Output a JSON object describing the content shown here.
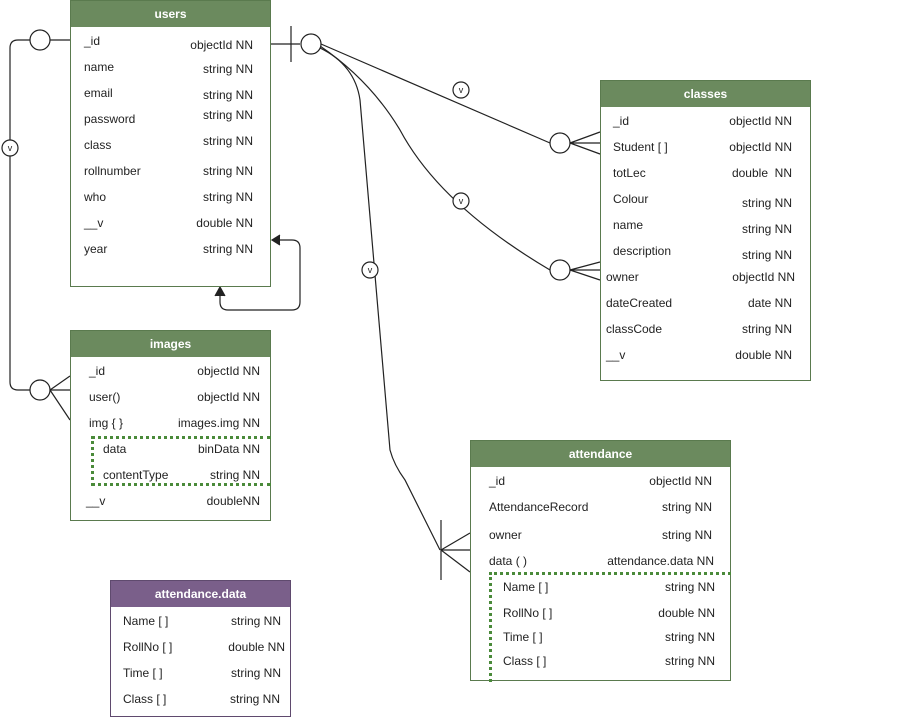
{
  "colors": {
    "header_green": "#6b8a5e",
    "header_purple": "#7a5f8a",
    "border": "#5a7a4e",
    "dotted": "#4a8a3a",
    "line": "#222222"
  },
  "connector_marks": {
    "users_images": "v",
    "users_classes_1": "v",
    "users_classes_2": "v",
    "users_attendance": "v"
  },
  "users": {
    "title": "users",
    "fields": [
      {
        "name": "_id",
        "type": "objectId NN"
      },
      {
        "name": "name",
        "type": "string NN"
      },
      {
        "name": "email",
        "type": "string NN"
      },
      {
        "name": "password",
        "type": "string NN"
      },
      {
        "name": "class",
        "type": "string NN"
      },
      {
        "name": "rollnumber",
        "type": "string NN"
      },
      {
        "name": "who",
        "type": "string NN"
      },
      {
        "name": "__v",
        "type": "double NN"
      },
      {
        "name": "year",
        "type": "string NN"
      }
    ]
  },
  "images": {
    "title": "images",
    "fields": [
      {
        "name": "_id",
        "type": "objectId NN"
      },
      {
        "name": "user()",
        "type": "objectId NN"
      },
      {
        "name": "img { }",
        "type": "images.img NN"
      },
      {
        "name": "data",
        "type": "binData NN"
      },
      {
        "name": "contentType",
        "type": "string NN"
      },
      {
        "name": "__v",
        "type": "doubleNN"
      }
    ]
  },
  "classes": {
    "title": "classes",
    "fields": [
      {
        "name": "_id",
        "type": "objectId NN"
      },
      {
        "name": "Student [ ]",
        "type": "objectId NN"
      },
      {
        "name": "totLec",
        "type": "double  NN"
      },
      {
        "name": "Colour",
        "type": "string NN"
      },
      {
        "name": "name",
        "type": "string NN"
      },
      {
        "name": "description",
        "type": "string NN"
      },
      {
        "name": "owner",
        "type": "objectId NN"
      },
      {
        "name": "dateCreated",
        "type": "date NN"
      },
      {
        "name": "classCode",
        "type": "string NN"
      },
      {
        "name": "__v",
        "type": "double NN"
      }
    ]
  },
  "attendance": {
    "title": "attendance",
    "fields": [
      {
        "name": "_id",
        "type": "objectId NN"
      },
      {
        "name": "AttendanceRecord",
        "type": "string NN"
      },
      {
        "name": "owner",
        "type": "string NN"
      },
      {
        "name": "data ( )",
        "type": "attendance.data NN"
      },
      {
        "name": "Name [ ]",
        "type": "string NN"
      },
      {
        "name": "RollNo [ ]",
        "type": "double NN"
      },
      {
        "name": "Time [ ]",
        "type": "string NN"
      },
      {
        "name": "Class [ ]",
        "type": "string NN"
      }
    ]
  },
  "attendance_data": {
    "title": "attendance.data",
    "fields": [
      {
        "name": "Name [ ]",
        "type": "string NN"
      },
      {
        "name": "RollNo [ ]",
        "type": "double NN"
      },
      {
        "name": "Time [ ]",
        "type": "string NN"
      },
      {
        "name": "Class [ ]",
        "type": "string NN"
      }
    ]
  }
}
